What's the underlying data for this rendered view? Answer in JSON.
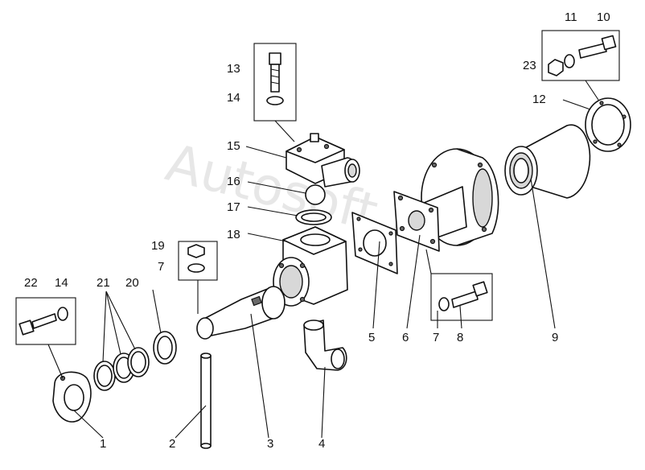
{
  "watermark": "Autosoft.ru",
  "callouts": [
    "1",
    "2",
    "3",
    "4",
    "5",
    "6",
    "7",
    "8",
    "9",
    "10",
    "11",
    "12",
    "13",
    "14",
    "15",
    "16",
    "17",
    "18",
    "19",
    "20",
    "21",
    "22",
    "23"
  ],
  "callout_7_repeat": "7",
  "callout_14_repeat": "14"
}
